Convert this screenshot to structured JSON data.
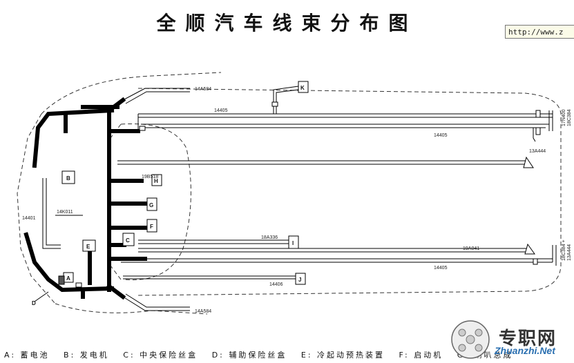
{
  "title": "全顺汽车线束分布图",
  "url_box": "http://www.z",
  "harness_labels": {
    "h14A584_top": "14A584",
    "h14A584_bottom": "14A584",
    "h14405_a": "14405",
    "h14405_b": "14405",
    "h14405_c": "14405",
    "h14406": "14406",
    "h19B518": "19B518",
    "h14K011": "14K011",
    "h14401": "14401",
    "h18A336": "18A336",
    "h19A041": "19A041",
    "h13A444": "13A444",
    "right_top_a": "17N400",
    "right_top_b": "18C384",
    "right_bot_a": "18C384 +",
    "right_bot_b": "13A444"
  },
  "boxes": {
    "A": "A",
    "B": "B",
    "C": "C",
    "D": "D",
    "E": "E",
    "F": "F",
    "G": "G",
    "H": "H",
    "I": "I",
    "J": "J",
    "K": "K"
  },
  "legend": [
    "A: 蓄电池",
    "B: 发电机",
    "C: 中央保险丝盒",
    "D: 辅助保险丝盒",
    "E: 冷起动预热装置",
    "F: 启动机",
    "G: 喇叭总成"
  ],
  "watermark": {
    "text": "专职网",
    "sub": "Zhuanzhi.Net"
  }
}
